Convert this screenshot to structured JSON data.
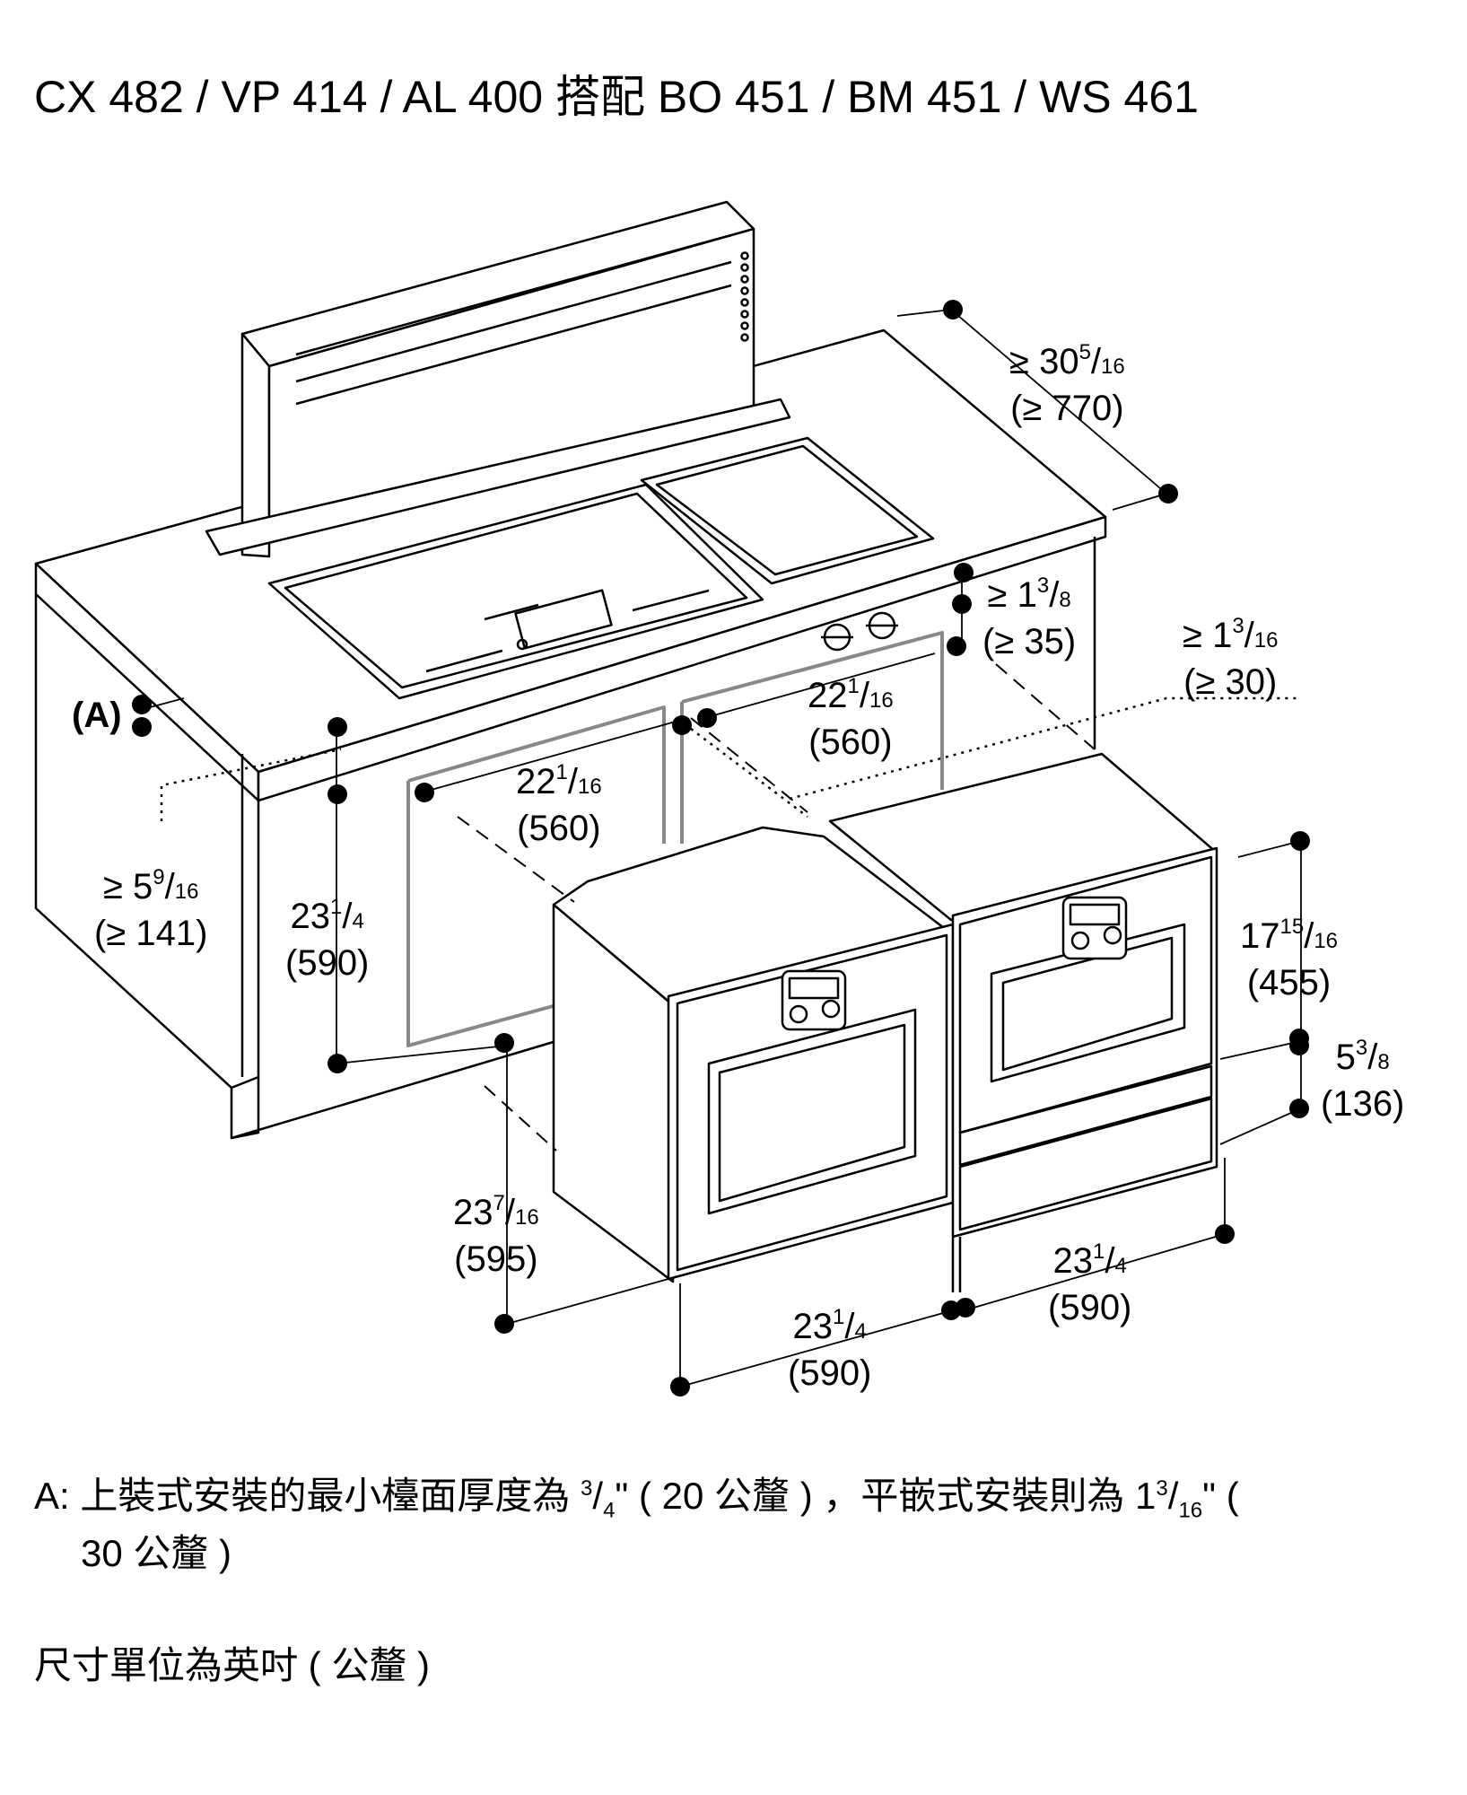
{
  "title": "CX 482 / VP 414 / AL 400 搭配 BO 451 / BM 451 / WS 461",
  "labels": {
    "depth_770": {
      "a": "≥ 30",
      "n": "5",
      "d": "16",
      "mm": "(≥ 770)"
    },
    "gap_35": {
      "a": "≥ 1",
      "n": "3",
      "d": "8",
      "mm": "(≥ 35)"
    },
    "gap_30": {
      "a": "≥ 1",
      "n": "3",
      "d": "16",
      "mm": "(≥ 30)"
    },
    "w_560_right": {
      "a": "22",
      "n": "1",
      "d": "16",
      "mm": "(560)"
    },
    "w_560_left": {
      "a": "22",
      "n": "1",
      "d": "16",
      "mm": "(560)"
    },
    "h_141": {
      "a": "≥ 5",
      "n": "9",
      "d": "16",
      "mm": "(≥ 141)"
    },
    "h_590": {
      "a": "23",
      "n": "1",
      "d": "4",
      "mm": "(590)"
    },
    "h_455": {
      "a": "17",
      "n": "15",
      "d": "16",
      "mm": "(455)"
    },
    "h_136": {
      "a": "5",
      "n": "3",
      "d": "8",
      "mm": "(136)"
    },
    "d_595": {
      "a": "23",
      "n": "7",
      "d": "16",
      "mm": "(595)"
    },
    "w_590_right": {
      "a": "23",
      "n": "1",
      "d": "4",
      "mm": "(590)"
    },
    "w_590_front": {
      "a": "23",
      "n": "1",
      "d": "4",
      "mm": "(590)"
    }
  },
  "tag_a": "(A)",
  "note_a_line1_pre": "A: 上裝式安裝的最小檯面厚度為 ",
  "note_a_frac1_n": "3",
  "note_a_frac1_d": "4",
  "note_a_line1_mid": "\" ( 20 公釐 ) ，平嵌式安裝則為 1",
  "note_a_frac2_n": "3",
  "note_a_frac2_d": "16",
  "note_a_line1_end": "\" (",
  "note_a_line2": "30 公釐 )",
  "units_note": "尺寸單位為英吋 ( 公釐 )"
}
